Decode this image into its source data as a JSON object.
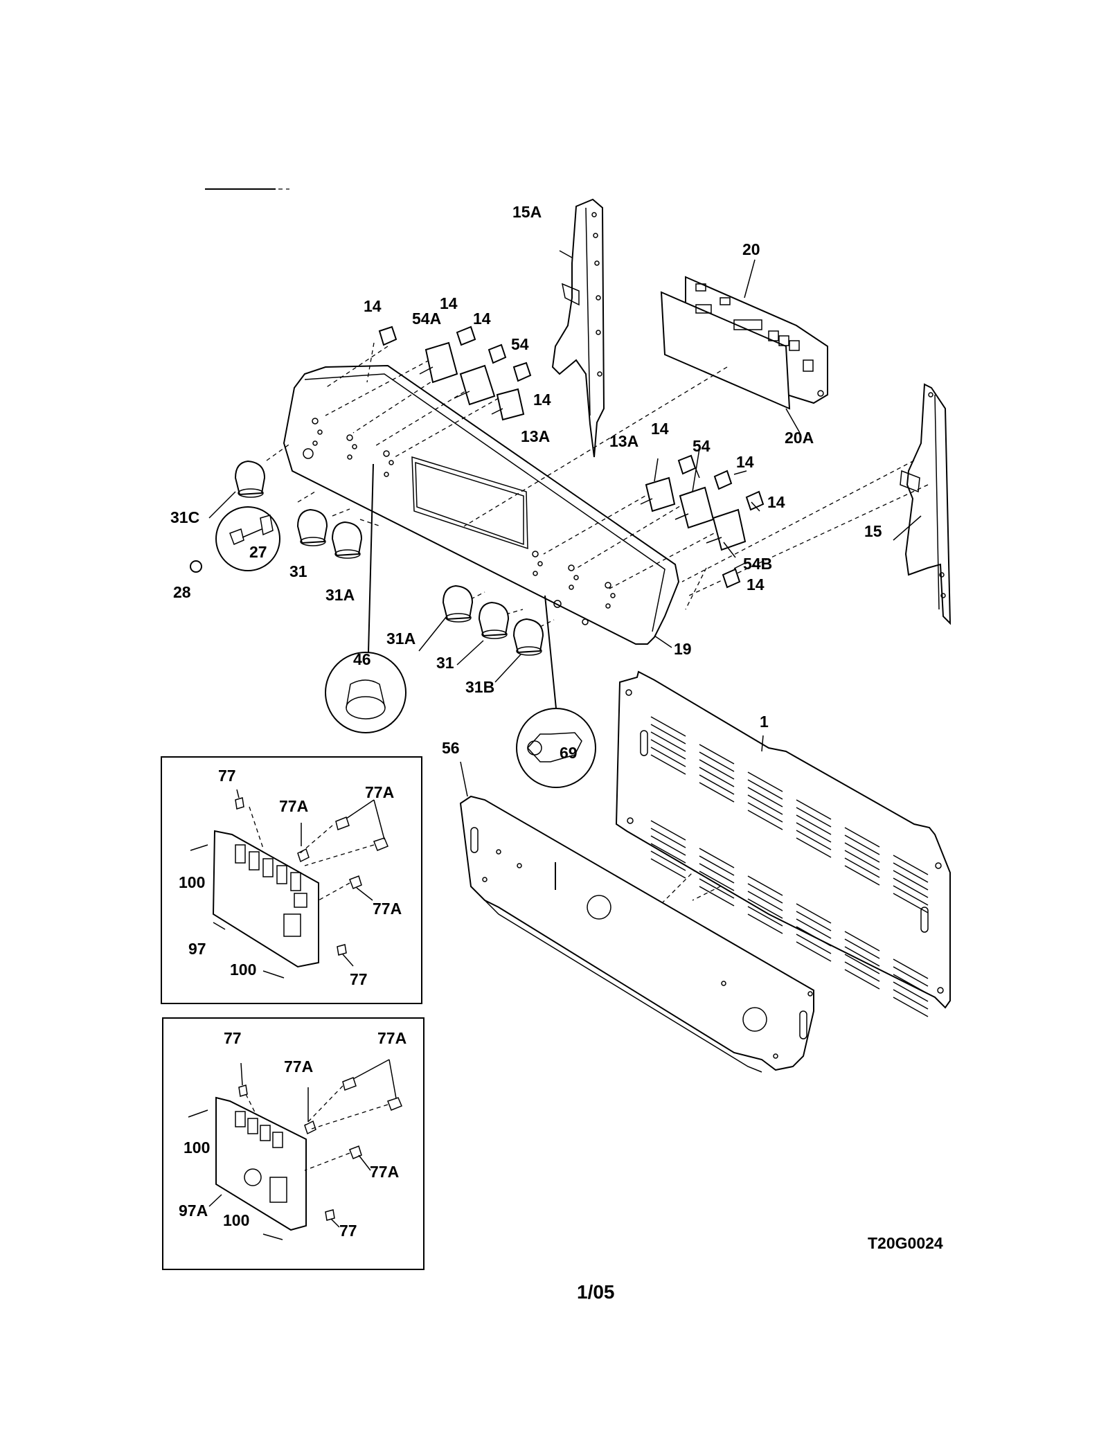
{
  "drawing_number": "T20G0024",
  "page_number": "1/05",
  "callouts": {
    "c15A": "15A",
    "c20": "20",
    "c20A": "20A",
    "c14a": "14",
    "c14b": "14",
    "c14c": "14",
    "c14d": "14",
    "c54A": "54A",
    "c54": "54",
    "c13A": "13A",
    "c13A_r": "13A",
    "c14e": "14",
    "c54_r": "54",
    "c14f": "14",
    "c14g": "14",
    "c54B": "54B",
    "c14h": "14",
    "c15": "15",
    "c31C": "31C",
    "c27": "27",
    "c28": "28",
    "c31": "31",
    "c31A": "31A",
    "c19": "19",
    "c31A_b": "31A",
    "c31_b": "31",
    "c31B": "31B",
    "c46": "46",
    "c69": "69",
    "c1": "1",
    "c56": "56",
    "b1_77a": "77",
    "b1_77Aa": "77A",
    "b1_77Ab": "77A",
    "b1_100a": "100",
    "b1_77Ac": "77A",
    "b1_97": "97",
    "b1_100b": "100",
    "b1_77b": "77",
    "b2_77a": "77",
    "b2_77Aa": "77A",
    "b2_77Ab": "77A",
    "b2_100a": "100",
    "b2_77Ac": "77A",
    "b2_97A": "97A",
    "b2_100b": "100",
    "b2_77b": "77"
  }
}
